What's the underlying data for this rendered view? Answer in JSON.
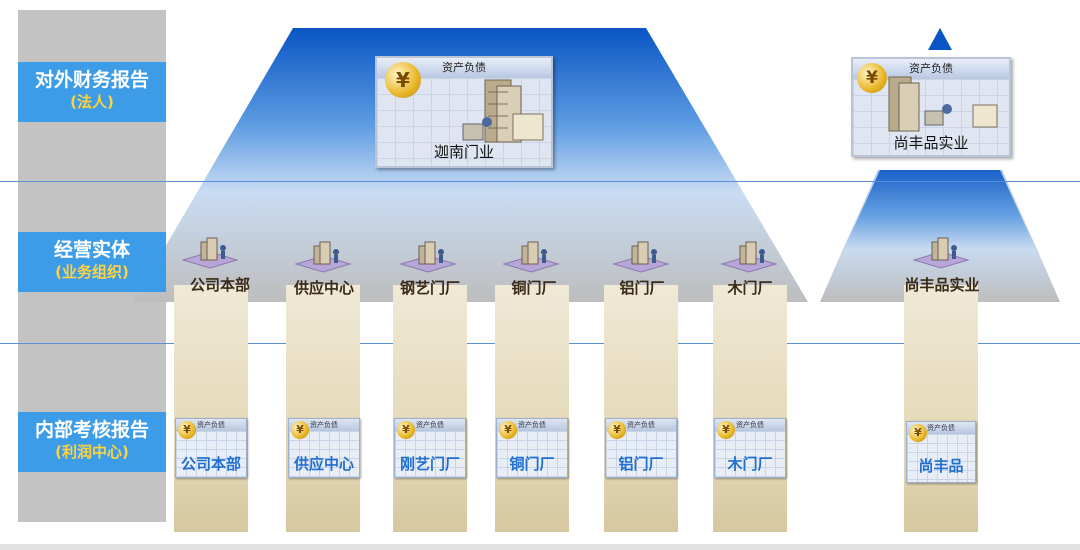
{
  "bands": [
    {
      "main": "对外财务报告",
      "sub": "(法人)"
    },
    {
      "main": "经营实体",
      "sub": "(业务组织)"
    },
    {
      "main": "内部考核报告",
      "sub": "(利润中心)"
    }
  ],
  "legal_entities": [
    {
      "header": "资产负债",
      "name": "迦南门业"
    },
    {
      "header": "资产负债",
      "name": "尚丰品实业"
    }
  ],
  "business_units": [
    "公司本部",
    "供应中心",
    "钢艺门厂",
    "铜门厂",
    "铝门厂",
    "木门厂",
    "尚丰品实业"
  ],
  "profit_centers": [
    {
      "header": "资产负债",
      "name": "公司本部"
    },
    {
      "header": "资产负债",
      "name": "供应中心"
    },
    {
      "header": "资产负债",
      "name": "刚艺门厂"
    },
    {
      "header": "资产负债",
      "name": "铜门厂"
    },
    {
      "header": "资产负债",
      "name": "铝门厂"
    },
    {
      "header": "资产负债",
      "name": "木门厂"
    },
    {
      "header": "资产负债",
      "name": "尚丰品"
    }
  ],
  "yen_symbol": "¥",
  "colors": {
    "band_blue": "#3d9ce8",
    "sub_yellow": "#ffd23f",
    "label_blue": "#1f6ed1",
    "pyramid_top": "#0a55c4"
  }
}
